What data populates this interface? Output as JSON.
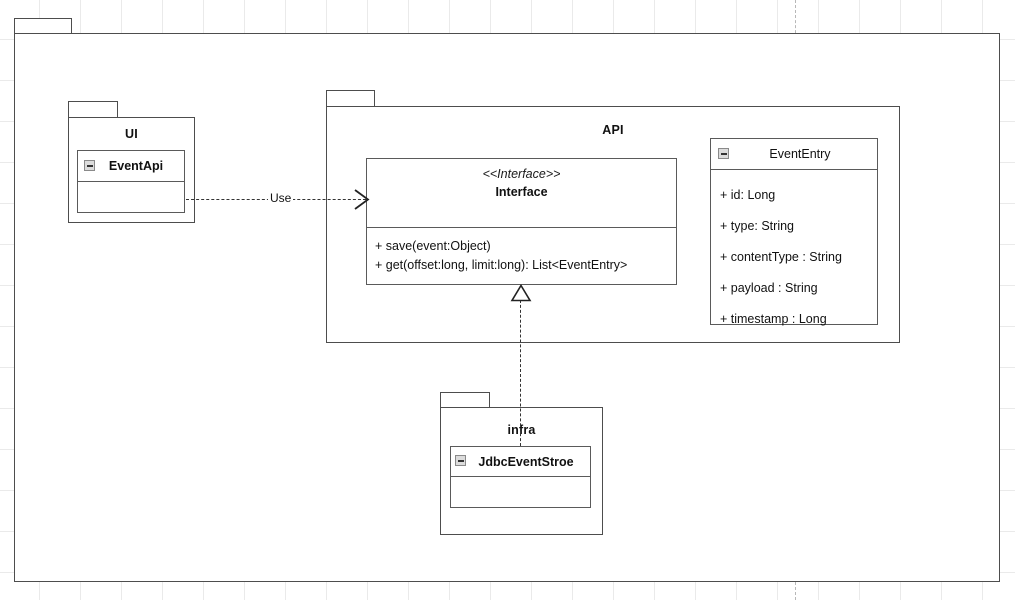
{
  "diagram": {
    "type": "uml-package-class-diagram",
    "background": "#ffffff",
    "grid_color": "#eaeaea",
    "line_color": "#4d4d4d"
  },
  "outer_package": {
    "title": ""
  },
  "packages": [
    {
      "id": "ui",
      "title": "UI",
      "classes": [
        {
          "id": "event-api",
          "name": "EventApi",
          "icon": "minus-icon",
          "bold": true,
          "members": []
        }
      ]
    },
    {
      "id": "api",
      "title": "API",
      "classes": [
        {
          "id": "interface",
          "stereotype": "<<Interface>>",
          "name": "Interface",
          "bold": true,
          "members": [
            "+ save(event:Object)",
            "+ get(offset:long, limit:long): List<EventEntry>"
          ]
        },
        {
          "id": "event-entry",
          "name": "EventEntry",
          "icon": "minus-icon",
          "bold": false,
          "members": [
            "+ id: Long",
            "+ type: String",
            "+ contentType : String",
            "+ payload : String",
            "+ timestamp : Long"
          ]
        }
      ]
    },
    {
      "id": "infra",
      "title": "infra",
      "classes": [
        {
          "id": "jdbc-event-stroe",
          "name": "JdbcEventStroe",
          "icon": "minus-icon",
          "bold": true,
          "members": []
        }
      ]
    }
  ],
  "connectors": [
    {
      "id": "use-dependency",
      "label": "Use",
      "style": "dashed",
      "arrow": "open",
      "from": "event-api",
      "to": "interface"
    },
    {
      "id": "realization",
      "label": "",
      "style": "dashed",
      "arrow": "hollow-triangle",
      "from": "jdbc-event-stroe",
      "to": "interface"
    }
  ]
}
